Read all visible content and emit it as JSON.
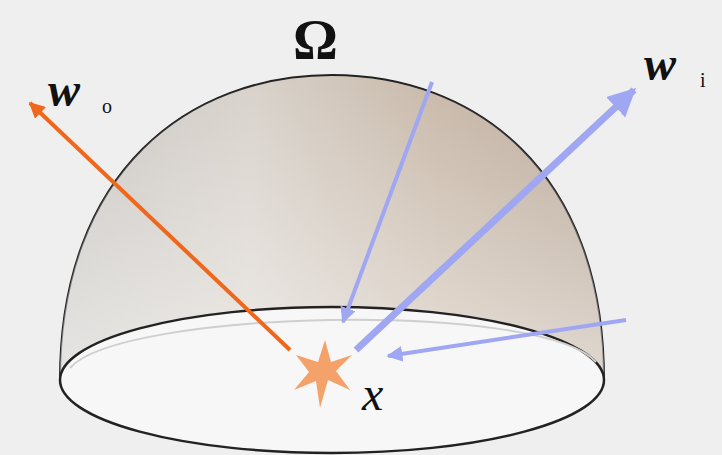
{
  "diagram": {
    "labels": [
      "Ω",
      "w",
      "o",
      "w",
      "i",
      "x"
    ]
  }
}
